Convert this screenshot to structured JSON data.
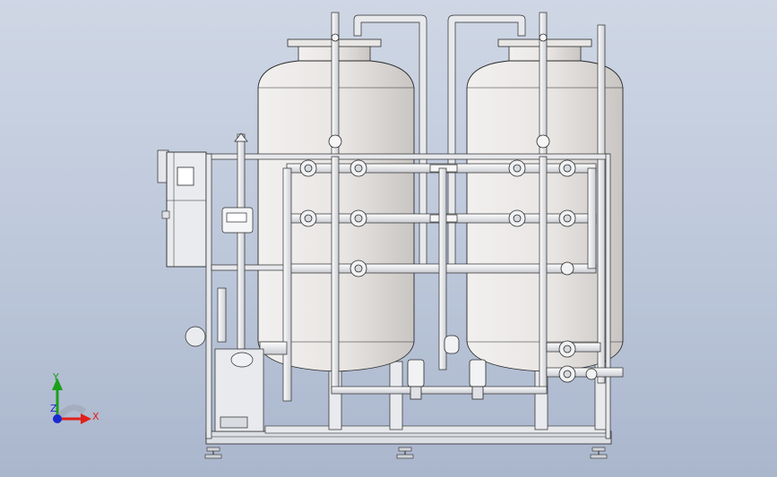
{
  "colors": {
    "background_top": "#cfd7e5",
    "background_bottom": "#aab6cc",
    "tank_body": "#e6e3e1",
    "pipe": "#e4e6ea",
    "line": "#2a2a2a",
    "axis_x": "#e0201a",
    "axis_y": "#1aa01a",
    "axis_z": "#1a2ad0"
  },
  "triad": {
    "x_label": "X",
    "y_label": "Y",
    "z_label": "Z"
  },
  "icons": {
    "valve": "butterfly-valve-icon",
    "gauge": "pressure-gauge-icon",
    "foot": "leveling-foot-icon"
  }
}
